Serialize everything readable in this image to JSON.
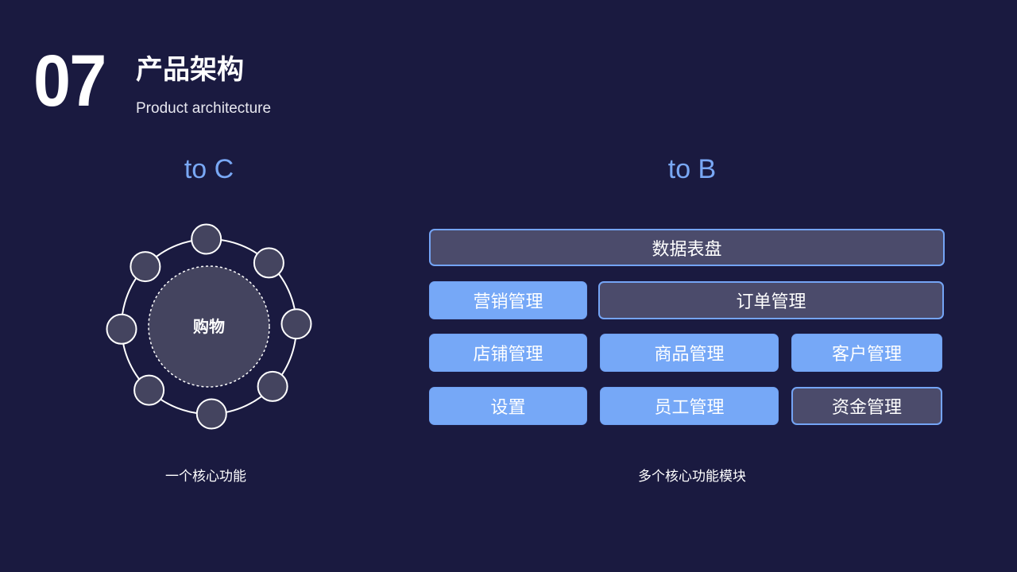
{
  "header": {
    "number": "07",
    "title": "产品架构",
    "subtitle": "Product architecture"
  },
  "to_c": {
    "heading": "to C",
    "center_label": "购物",
    "satellite_count": 8,
    "caption": "一个核心功能"
  },
  "to_b": {
    "heading": "to B",
    "caption": "多个核心功能模块",
    "modules": [
      {
        "label": "数据表盘",
        "style": "dark"
      },
      {
        "label": "营销管理",
        "style": "light"
      },
      {
        "label": "订单管理",
        "style": "dark"
      },
      {
        "label": "店铺管理",
        "style": "light"
      },
      {
        "label": "商品管理",
        "style": "light"
      },
      {
        "label": "客户管理",
        "style": "light"
      },
      {
        "label": "设置",
        "style": "light"
      },
      {
        "label": "员工管理",
        "style": "light"
      },
      {
        "label": "资金管理",
        "style": "dark"
      }
    ]
  },
  "colors": {
    "background": "#1a1a40",
    "accent_blue": "#76a8f7",
    "heading_blue": "#79a8f5",
    "dark_module": "#4b4b6b",
    "circle_fill": "#44445f"
  }
}
